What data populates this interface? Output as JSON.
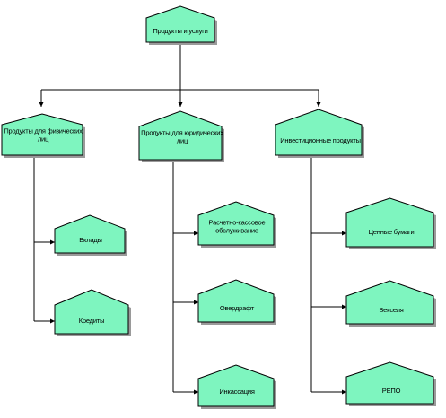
{
  "colors": {
    "fill": "#7ef5bf",
    "stroke": "#000000",
    "shadow": "#9a9a9a",
    "background": "#ffffff"
  },
  "nodes": {
    "root": {
      "lines": [
        "Продукты и услуги"
      ]
    },
    "individuals": {
      "lines": [
        "Продукты для физических",
        "лиц"
      ]
    },
    "legal": {
      "lines": [
        "Продукты для юридических",
        "лиц"
      ]
    },
    "investment": {
      "lines": [
        "Инвестиционные продукты"
      ]
    },
    "deposits": {
      "lines": [
        "Вклады"
      ]
    },
    "credits": {
      "lines": [
        "Кредиты"
      ]
    },
    "cash_service": {
      "lines": [
        "Расчетно-кассовое",
        "обслуживание"
      ]
    },
    "overdraft": {
      "lines": [
        "Овердрафт"
      ]
    },
    "collection": {
      "lines": [
        "Инкассация"
      ]
    },
    "securities": {
      "lines": [
        "Ценные бумаги"
      ]
    },
    "bills": {
      "lines": [
        "Векселя"
      ]
    },
    "repo": {
      "lines": [
        "РЕПО"
      ]
    }
  }
}
